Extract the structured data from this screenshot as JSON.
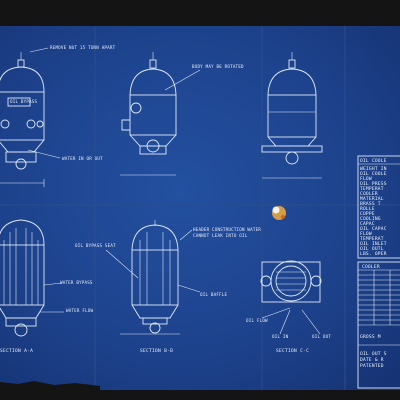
{
  "labels": {
    "top_left_note": "REMOVE NUT 15 TURN APART",
    "top_mid_note": "BODY MAY BE ROTATED",
    "oil_bypass": "OIL BYPASS",
    "water_in_out": "WATER IN OR OUT",
    "oil_bypass_seat": "OIL BYPASS SEAT",
    "header_note_1": "HEADER CONSTRUCTION WATER",
    "header_note_2": "CANNOT LEAK INTO OIL",
    "water_bypass": "WATER BYPASS",
    "water_flow": "WATER FLOW",
    "oil_baffle": "OIL BAFFLE",
    "oil_flow": "OIL FLOW",
    "oil_in": "OIL IN",
    "oil_out": "OIL OUT",
    "section_aa": "SECTION A-A",
    "section_bb": "SECTION B-B",
    "section_cc": "SECTION C-C"
  },
  "table": {
    "title": "OIL COOLE",
    "rows": [
      "WEIGHT IN",
      "OIL COOLE",
      "FLOW",
      "OIL PRESS",
      "TEMPERAT",
      "COOLER",
      "MATERIAL",
      "BRASS T",
      "ROLLE",
      "COPPE",
      "COOLING",
      "CAPAC",
      "OIL CAPAC",
      "FLOW",
      "TEMPERAT",
      "OIL INLET",
      "OIL OUTL",
      "LBS. OPER"
    ]
  },
  "table2": {
    "title": "COOLER",
    "bottom_rows": [
      "GROSS M",
      "OIL OUT S",
      "DATE & R",
      "PATENTED"
    ]
  },
  "colors": {
    "blueprint": "#1c3f86",
    "blueprint_dark": "#14306a",
    "line": "#dfe8f6",
    "background": "#141414",
    "stain": "#e9a43c"
  }
}
